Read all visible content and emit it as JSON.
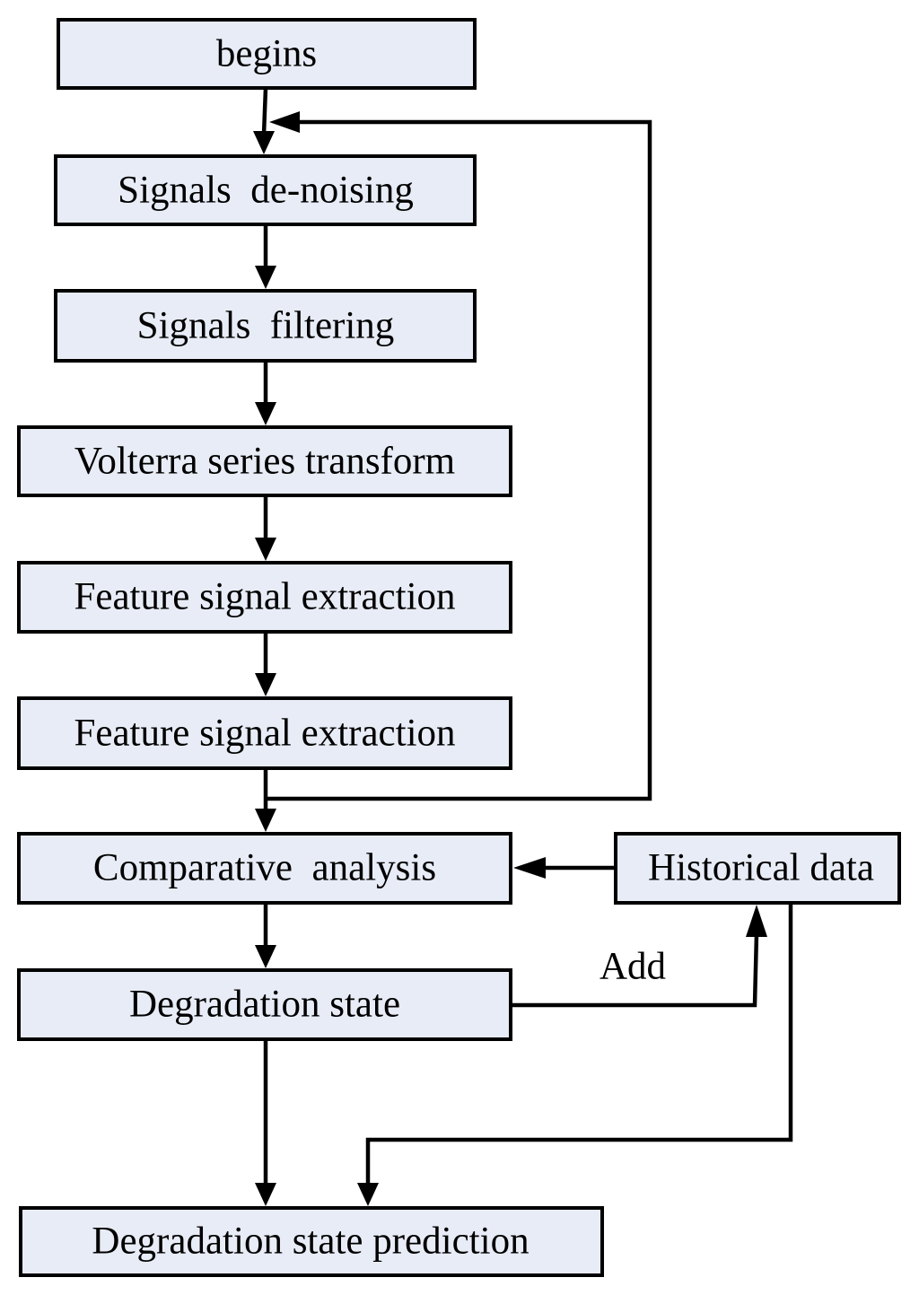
{
  "diagram": {
    "nodes": {
      "begins": "begins",
      "denoising": "Signals  de-noising",
      "filtering": "Signals  filtering",
      "volterra": "Volterra series transform",
      "feature1": "Feature signal extraction",
      "feature2": "Feature signal extraction",
      "comparative": "Comparative  analysis",
      "historical": "Historical data",
      "degradation": "Degradation state",
      "prediction": "Degradation state prediction"
    },
    "edge_labels": {
      "add": "Add"
    }
  }
}
